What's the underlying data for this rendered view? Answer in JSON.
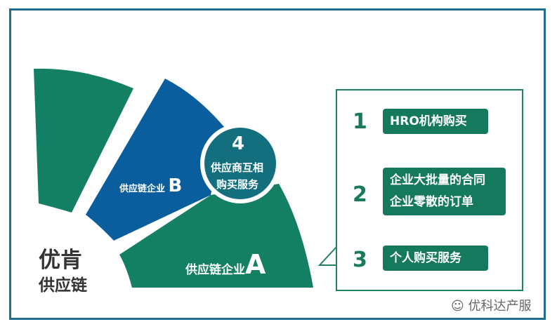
{
  "diagram": {
    "brand": {
      "line1": "优肯",
      "line2": "供应链"
    },
    "segments": {
      "a_label": "供应链企业",
      "a_letter": "A",
      "b_label": "供应链企业",
      "b_letter": "B"
    },
    "center_circle": {
      "number": "4",
      "line1": "供应商互相",
      "line2": "购买服务"
    },
    "callout_items": [
      {
        "number": "1",
        "text": "HRO机构购买"
      },
      {
        "number": "2",
        "line1": "企业大批量的合同",
        "line2": "企业零散的订单"
      },
      {
        "number": "3",
        "text": "个人购买服务"
      }
    ],
    "watermark": {
      "icon": "wechat-icon",
      "text": "优科达产服"
    },
    "colors": {
      "green": "#137f63",
      "blue": "#0a5e9e",
      "teal": "#136e7e",
      "frame": "#1d6f8c"
    }
  }
}
